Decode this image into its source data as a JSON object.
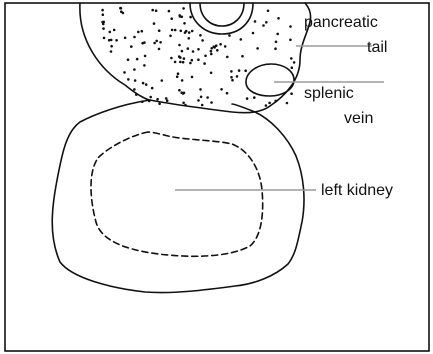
{
  "labels": {
    "pancreatic_tail_line1": "pancreatic",
    "pancreatic_tail_line2": "tail",
    "splenic_vein_line1": "splenic",
    "splenic_vein_line2": "vein",
    "left_kidney": "left kidney"
  },
  "colors": {
    "outline": "#111111",
    "leader_line": "#9a9a9a",
    "background": "#ffffff"
  }
}
